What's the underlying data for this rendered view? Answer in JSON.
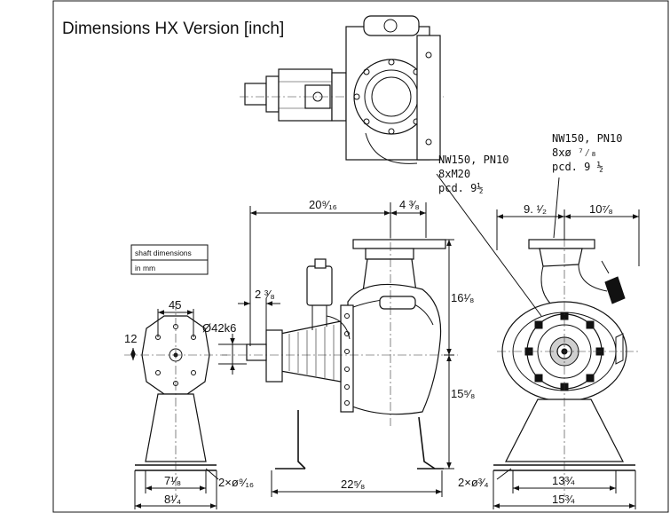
{
  "title": "Dimensions HX Version [inch]",
  "box_note": {
    "line1": "shaft dimensions",
    "line2": "in mm"
  },
  "flange_discharge": {
    "line1": "NW150, PN10",
    "line2": "8xM20",
    "line3": "pcd. 9½"
  },
  "flange_suction": {
    "line1": "NW150, PN10",
    "line2": "8xø ⁷⁄₈",
    "line3": "pcd. 9 ½"
  },
  "dims": {
    "length_top": "20⁹⁄₁₆",
    "offset_top": "4 ³⁄₈",
    "shaft_step": "2 ³⁄₈",
    "height_upper": "16¹⁄₈",
    "height_lower": "15⁵⁄₈",
    "base_length": "22⁵⁄₈",
    "hole_left": "2×ø⁹⁄₁₆",
    "hole_right": "2×ø³⁄₄",
    "shaft_dia": "Ø42k6",
    "key_width": "45",
    "key_height": "12",
    "foot_inner_left": "7¹⁄₈",
    "foot_outer_left": "8¹⁄₄",
    "right_left_half": "9. ¹⁄₂",
    "right_right_half": "10⁷⁄₈",
    "foot_inner_right": "13¾",
    "foot_outer_right": "15¾"
  }
}
